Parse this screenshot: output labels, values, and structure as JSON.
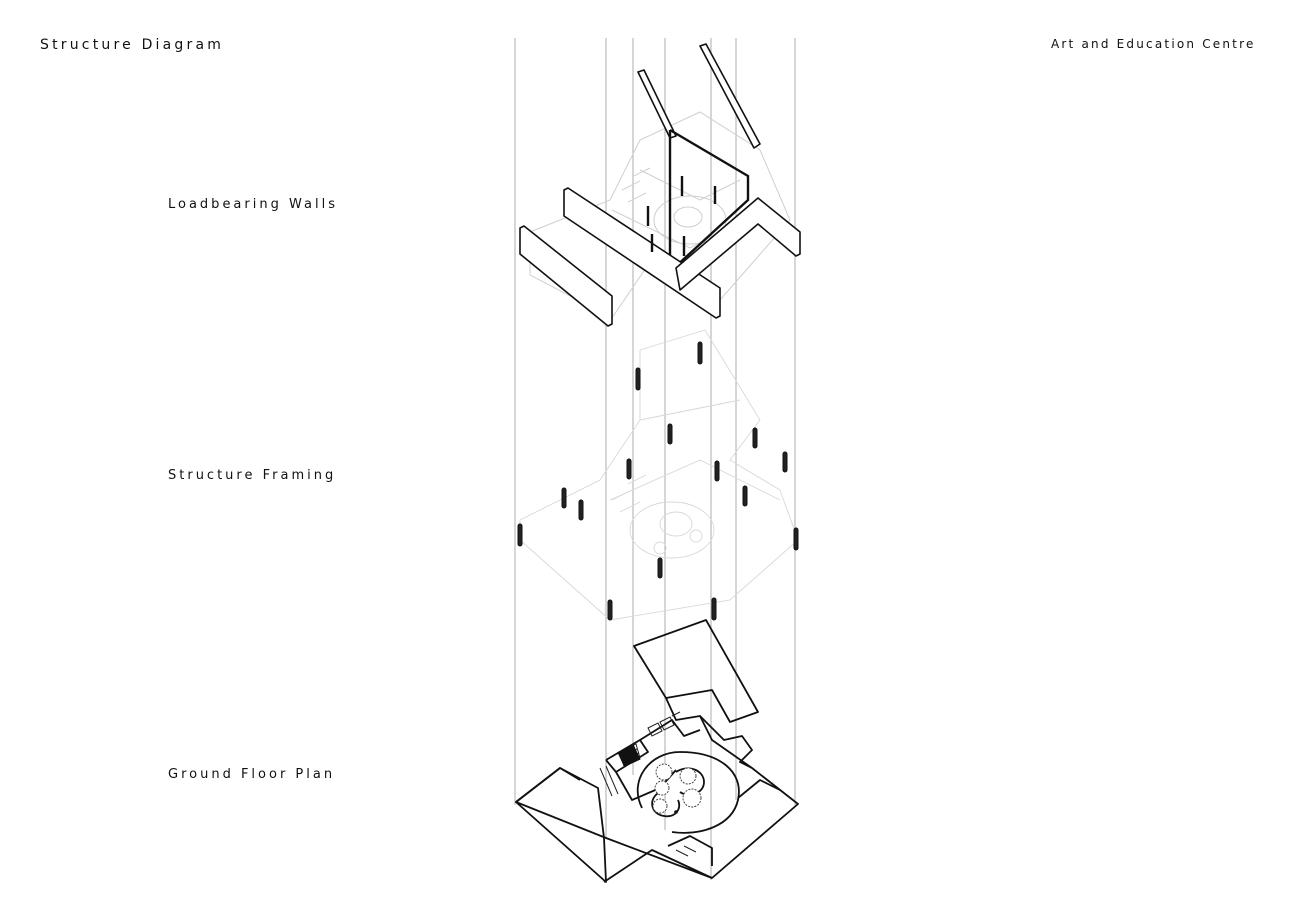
{
  "header": {
    "title": "Structure Diagram",
    "project": "Art and Education Centre"
  },
  "layers": [
    {
      "label": "Loadbearing Walls"
    },
    {
      "label": "Structure Framing"
    },
    {
      "label": "Ground Floor Plan"
    }
  ]
}
